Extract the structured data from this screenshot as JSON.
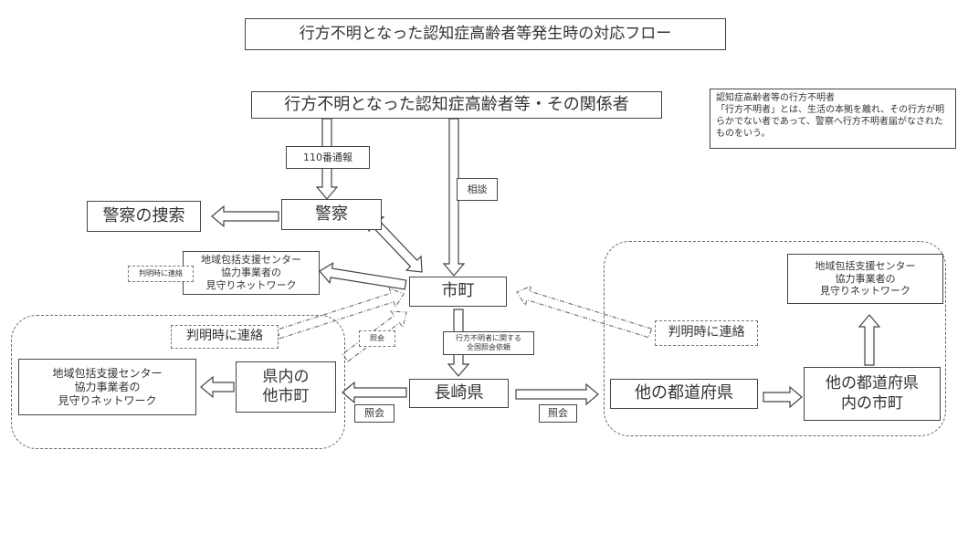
{
  "title": "行方不明となった認知症高齢者等発生時の対応フロー",
  "nodes": {
    "origin": "行方不明となった認知症高齢者等・その関係者",
    "police": "警察",
    "police_search": "警察の捜索",
    "municipality": "市町",
    "network_local": "地域包括支援センター\n協力事業者の\n見守りネットワーク",
    "nagasaki": "長崎県",
    "other_municipality": "県内の\n他市町",
    "network_other_municipality": "地域包括支援センター\n協力事業者の\n見守りネットワーク",
    "other_prefecture": "他の都道府県",
    "other_pref_municipality": "他の都道府県\n内の市町",
    "network_other_pref": "地域包括支援センター\n協力事業者の\n見守りネットワーク"
  },
  "labels": {
    "call_110": "110番通報",
    "consult": "相談",
    "contact_small": "判明時に連絡",
    "contact_left": "判明時に連絡",
    "contact_right": "判明時に連絡",
    "inquiry_dashed": "照会",
    "nationwide_request": "行方不明者に関する\n全国照会依頼",
    "inquiry_left": "照会",
    "inquiry_right": "照会"
  },
  "note": {
    "heading": "認知症高齢者等の行方不明者",
    "body": "「行方不明者」とは、生活の本拠を離れ、その行方が明らかでない者であって、警察へ行方不明者届がなされたものをいう。"
  }
}
